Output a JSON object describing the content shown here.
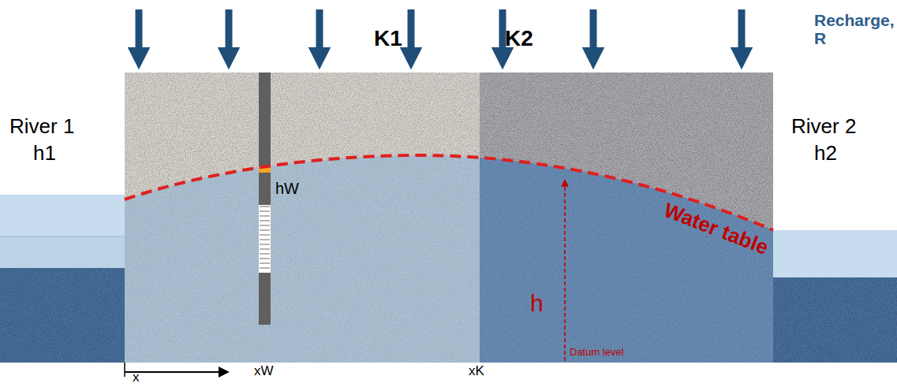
{
  "diagram": {
    "labels": [
      "Recharge, R",
      "K1",
      "K2",
      "River 1",
      "h1",
      "River 2",
      "h2",
      "hW",
      "Water table",
      "h",
      "Datum level",
      "x",
      "xW",
      "xK"
    ]
  }
}
